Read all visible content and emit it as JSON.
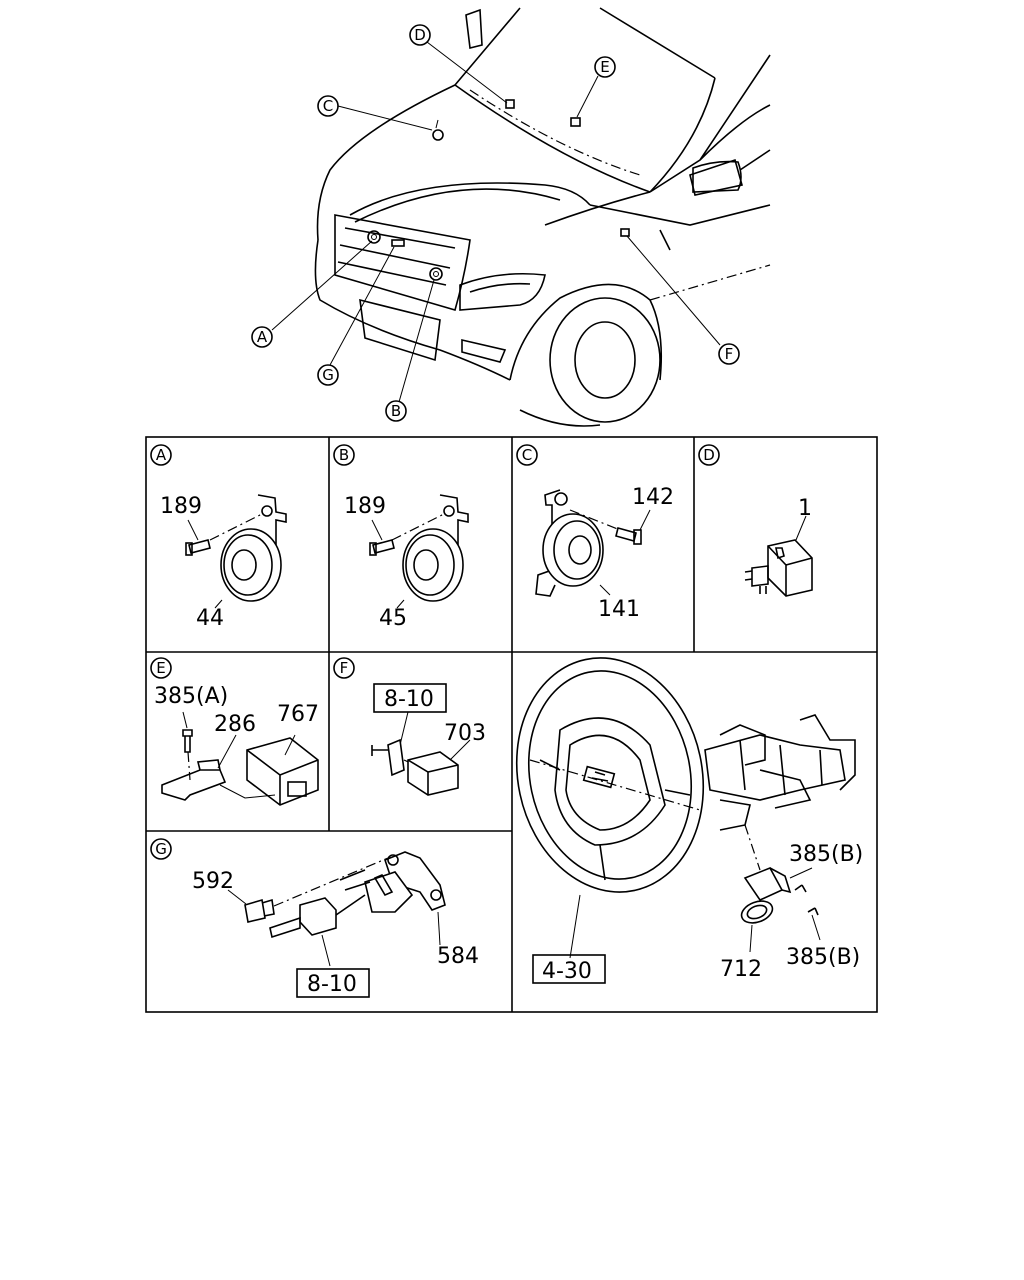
{
  "vehicle_callouts": {
    "a": "A",
    "b": "B",
    "c": "C",
    "d": "D",
    "e": "E",
    "f": "F",
    "g": "G"
  },
  "panel_labels": {
    "a": "A",
    "b": "B",
    "c": "C",
    "d": "D",
    "e": "E",
    "f": "F",
    "g": "G"
  },
  "parts": {
    "p189_a": "189",
    "p44": "44",
    "p189_b": "189",
    "p45": "45",
    "p142": "142",
    "p141": "141",
    "p1": "1",
    "p385a": "385(A)",
    "p286": "286",
    "p767": "767",
    "ref_8_10_f": "8-10",
    "p703": "703",
    "p592": "592",
    "p584": "584",
    "ref_8_10_g": "8-10",
    "p385b_1": "385(B)",
    "p385b_2": "385(B)",
    "p712": "712",
    "ref_4_30": "4-30"
  }
}
